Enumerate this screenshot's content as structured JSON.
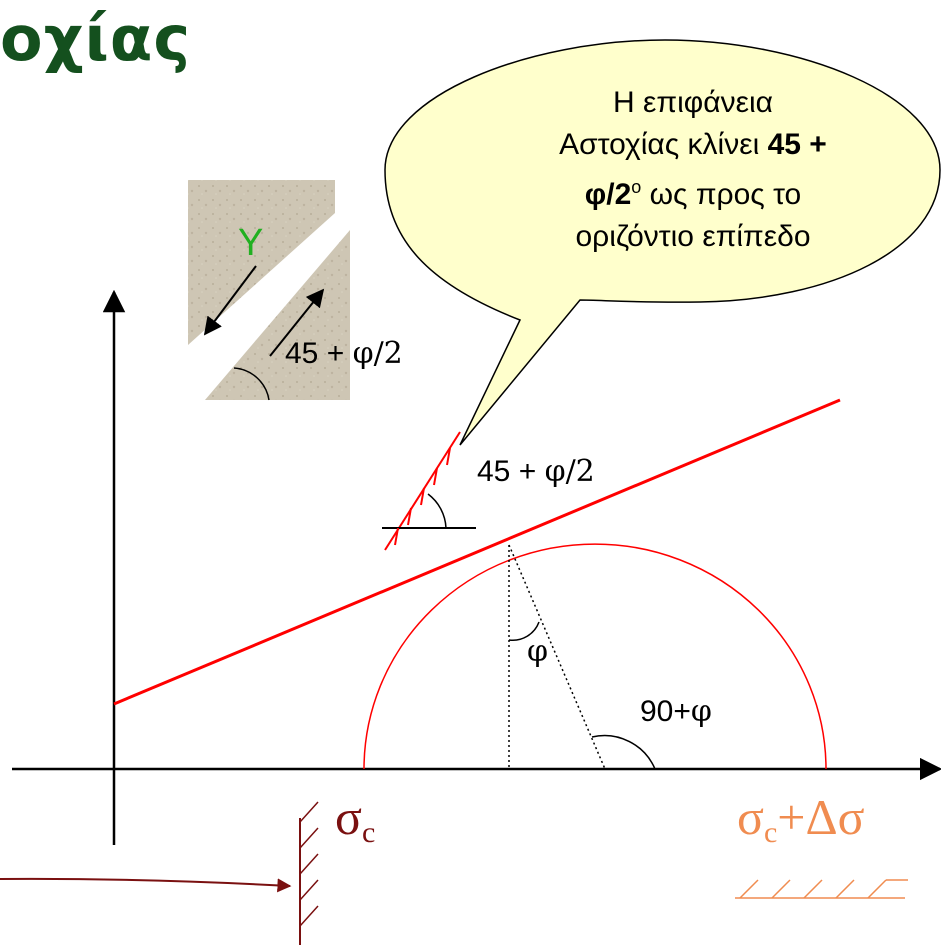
{
  "title": "οχίας",
  "callout": {
    "line1": "Η επιφάνεια",
    "line2_pre": "Αστοχίας κλίνει ",
    "line2_bold": "45 +",
    "line3_bold": "φ/2",
    "line3_sup": "ο",
    "line3_post": " ως προς το",
    "line4": "οριζόντιο επίπεδο"
  },
  "sample": {
    "shear_label": "Y",
    "angle_label_num": "45 + ",
    "angle_label_phi": "φ/2"
  },
  "diagram": {
    "plane_angle_num": "45 + ",
    "plane_angle_phi": "φ/2",
    "phi_label": "φ",
    "center_angle_num": "90+",
    "center_angle_phi": "φ",
    "sigma_c": "σ",
    "sigma_c_sub": "c",
    "sigma_top": "σ",
    "sigma_top_sub": "c",
    "sigma_top_suffix": "+Δσ"
  },
  "colors": {
    "title": "#14501e",
    "envelope": "#ff0000",
    "circle": "#ff0000",
    "callout_fill": "#ffffcc",
    "sample_fill": "#ccc3b0",
    "shear_label": "#21b021",
    "sigma_top": "#f08c50",
    "arrow_dark_red": "#7a1010",
    "hatch_left": "#7a1010",
    "hatch_right": "#f08c50"
  }
}
